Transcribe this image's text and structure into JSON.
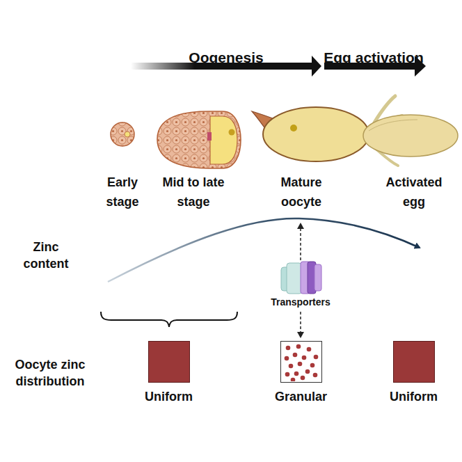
{
  "diagram": {
    "nodes": [
      {
        "text": [
          "Uniform"
        ]
      },
      {
        "text": [
          "Granular"
        ]
      },
      {
        "text": [
          "Uniform"
        ]
      }
    ],
    "labels": [
      "Oogenesis",
      "Egg activation",
      "Early stage",
      "Mid to late stage",
      "Mature oocyte",
      "Activated egg",
      "Zinc content",
      "Transporters",
      "Oocyte zinc distribution"
    ]
  }
}
